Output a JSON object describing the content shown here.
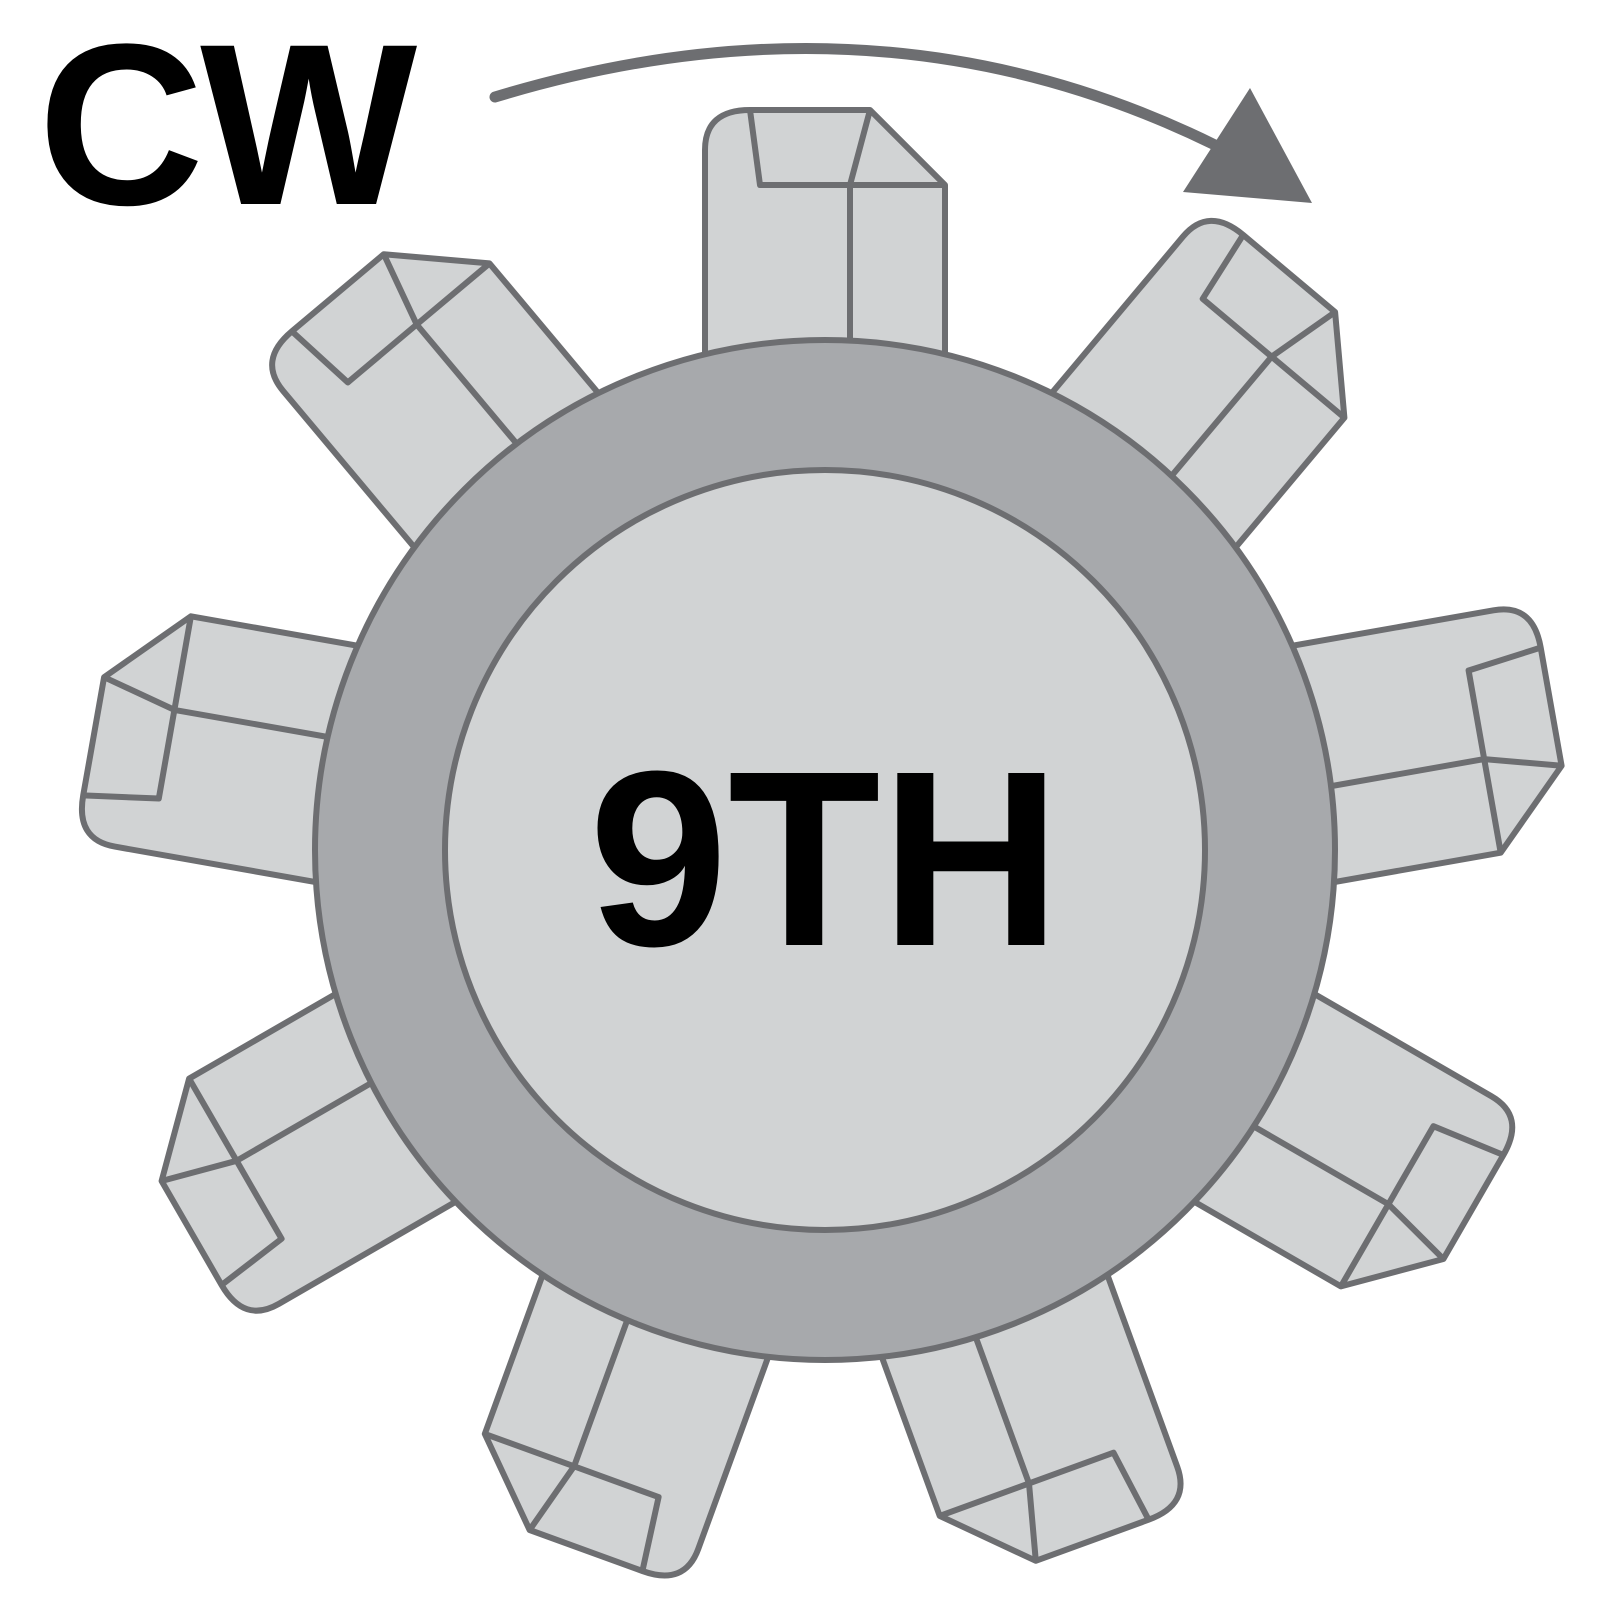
{
  "direction": {
    "label": "CW"
  },
  "gear": {
    "position_label": "9TH",
    "tooth_count": 9
  },
  "colors": {
    "tooth_fill": "#d1d3d4",
    "tooth_face": "#c8cacc",
    "outline": "#6d6e71",
    "ring_fill": "#a7a9ac",
    "hub_fill": "#d1d3d4",
    "arrow": "#6d6e71",
    "text": "#000000"
  }
}
